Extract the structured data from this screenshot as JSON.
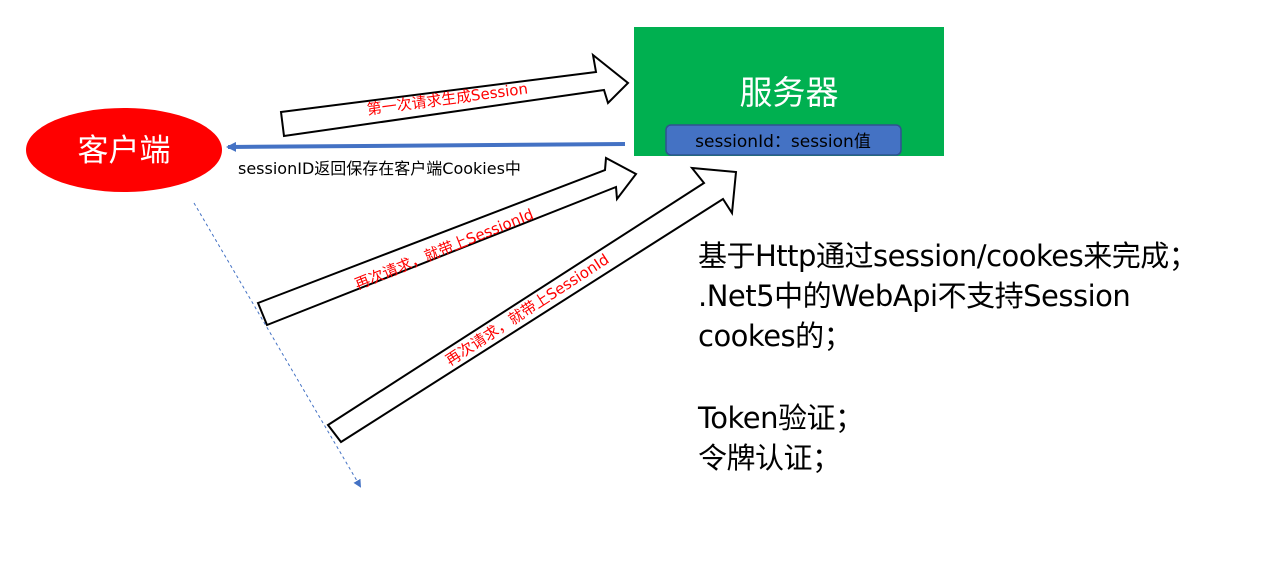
{
  "client": {
    "label": "客户端",
    "fill": "#ff0000",
    "text_color": "#ffffff"
  },
  "server": {
    "label": "服务器",
    "fill": "#00b050",
    "text_color": "#ffffff",
    "session_store": {
      "label": "sessionId：session值",
      "fill": "#4472c4",
      "border": "#2f528f",
      "text_color": "#000000"
    }
  },
  "arrows": {
    "first_request": "第一次请求生成Session",
    "session_return": "sessionID返回保存在客户端Cookies中",
    "second_request": "再次请求，就带上SessionId",
    "third_request": "再次请求，就带上SessionId",
    "label_color": "#ff0000",
    "return_color": "#4472c4",
    "timeline_color": "#4472c4"
  },
  "notes": {
    "lines": [
      "基于Http通过session/cookes来完成；",
      ".Net5中的WebApi不支持Session",
      "cookes的；",
      "",
      "Token验证；",
      "令牌认证；"
    ]
  }
}
